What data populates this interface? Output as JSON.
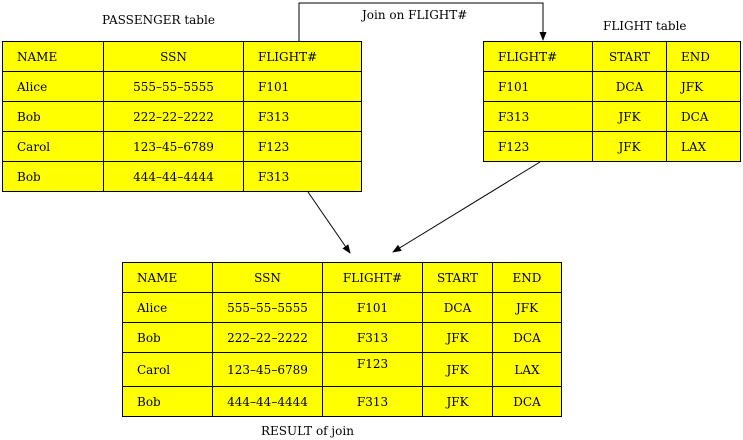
{
  "labels": {
    "passenger_caption": "PASSENGER table",
    "flight_caption": "FLIGHT table",
    "join_caption": "Join on FLIGHT#",
    "result_caption": "RESULT of join"
  },
  "colors": {
    "table_fill": "#ffff00",
    "line": "#000000"
  },
  "passenger": {
    "headers": [
      "NAME",
      "SSN",
      "FLIGHT#"
    ],
    "rows": [
      [
        "Alice",
        "555–55–5555",
        "F101"
      ],
      [
        "Bob",
        "222–22–2222",
        "F313"
      ],
      [
        "Carol",
        "123–45–6789",
        "F123"
      ],
      [
        "Bob",
        "444–44–4444",
        "F313"
      ]
    ]
  },
  "flight": {
    "headers": [
      "FLIGHT#",
      "START",
      "END"
    ],
    "rows": [
      [
        "F101",
        "DCA",
        "JFK"
      ],
      [
        "F313",
        "JFK",
        "DCA"
      ],
      [
        "F123",
        "JFK",
        "LAX"
      ]
    ]
  },
  "result": {
    "headers": [
      "NAME",
      "SSN",
      "FLIGHT#",
      "START",
      "END"
    ],
    "rows": [
      [
        "Alice",
        "555–55–5555",
        "F101",
        "DCA",
        "JFK"
      ],
      [
        "Bob",
        "222–22–2222",
        "F313",
        "JFK",
        "DCA"
      ],
      [
        "Carol",
        "123–45–6789",
        "F123",
        "JFK",
        "LAX"
      ],
      [
        "Bob",
        "444–44–4444",
        "F313",
        "JFK",
        "DCA"
      ]
    ]
  }
}
